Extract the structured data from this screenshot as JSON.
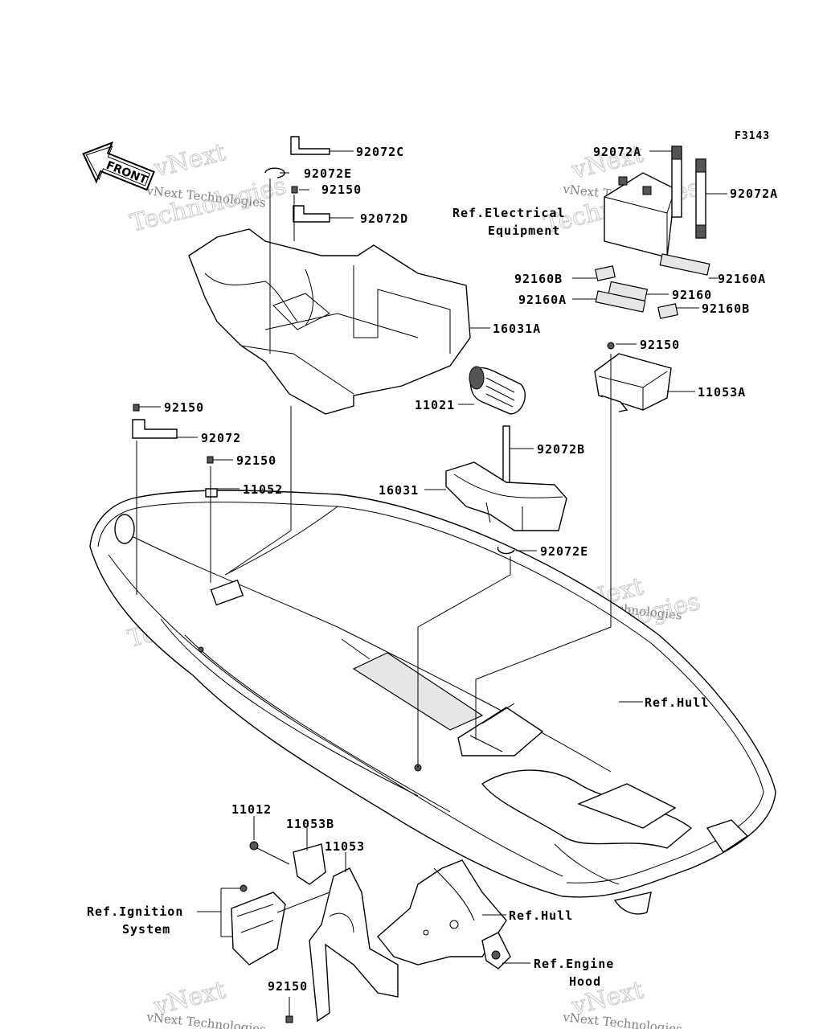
{
  "figure_code": "F3143",
  "front_label": "FRONT",
  "watermark": {
    "line1": "vNext Technologies",
    "line2": "vNext",
    "line3": "Technologies"
  },
  "callouts": {
    "p92072C": "92072C",
    "p92072E_top": "92072E",
    "p92150_top": "92150",
    "p92072D": "92072D",
    "p92072A_left": "92072A",
    "p92072A_right": "92072A",
    "p92160B_left": "92160B",
    "p92160A_right": "92160A",
    "p92160": "92160",
    "p92160A_left": "92160A",
    "p92160B_right": "92160B",
    "p92150_right": "92150",
    "p11053A": "11053A",
    "p16031A": "16031A",
    "p11021": "11021",
    "p92150_left": "92150",
    "p92072": "92072",
    "p92150_mid": "92150",
    "p11052": "11052",
    "p92072B": "92072B",
    "p16031": "16031",
    "p92072E_bottom": "92072E",
    "p11012": "11012",
    "p11053B": "11053B",
    "p11053": "11053",
    "p92150_bottom": "92150"
  },
  "references": {
    "electrical_1": "Ref.Electrical",
    "electrical_2": "Equipment",
    "hull_main": "Ref.Hull",
    "hull_lower": "Ref.Hull",
    "ignition_1": "Ref.Ignition",
    "ignition_2": "System",
    "engine_hood_1": "Ref.Engine",
    "engine_hood_2": "Hood"
  }
}
